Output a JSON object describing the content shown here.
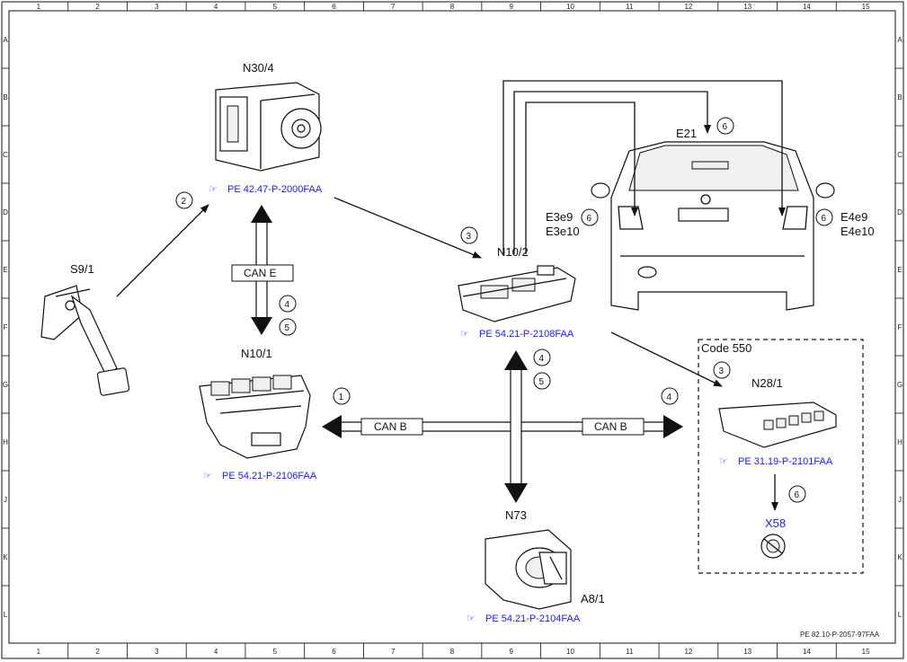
{
  "diagram": {
    "grid_cols": [
      "1",
      "2",
      "3",
      "4",
      "5",
      "6",
      "7",
      "8",
      "9",
      "10",
      "11",
      "12",
      "13",
      "14",
      "15"
    ],
    "grid_rows": [
      "A",
      "B",
      "C",
      "D",
      "E",
      "F",
      "G",
      "H",
      "J",
      "K",
      "L"
    ],
    "doc_id": "PE 82.10-P-2057-97FAA",
    "components": {
      "n30_4": "N30/4",
      "s9_1": "S9/1",
      "n10_1": "N10/1",
      "n10_2": "N10/2",
      "e21": "E21",
      "e3e9": "E3e9",
      "e3e10": "E3e10",
      "e4e9": "E4e9",
      "e4e10": "E4e10",
      "n28_1": "N28/1",
      "x58": "X58",
      "n73": "N73",
      "a8_1": "A8/1",
      "code550": "Code 550"
    },
    "refs": {
      "n30_4": "PE 42.47-P-2000FAA",
      "n10_2": "PE 54.21-P-2108FAA",
      "n10_1": "PE 54.21-P-2106FAA",
      "n28_1": "PE 31.19-P-2101FAA",
      "n73": "PE 54.21-P-2104FAA"
    },
    "bus": {
      "can_e": "CAN E",
      "can_b_left": "CAN B",
      "can_b_right": "CAN B"
    },
    "steps": {
      "s1": "1",
      "s2": "2",
      "s3a": "3",
      "s3b": "3",
      "s4a": "4",
      "s4b": "4",
      "s4c": "4",
      "s5a": "5",
      "s5b": "5",
      "s6a": "6",
      "s6b": "6",
      "s6c": "6",
      "s6d": "6"
    }
  }
}
